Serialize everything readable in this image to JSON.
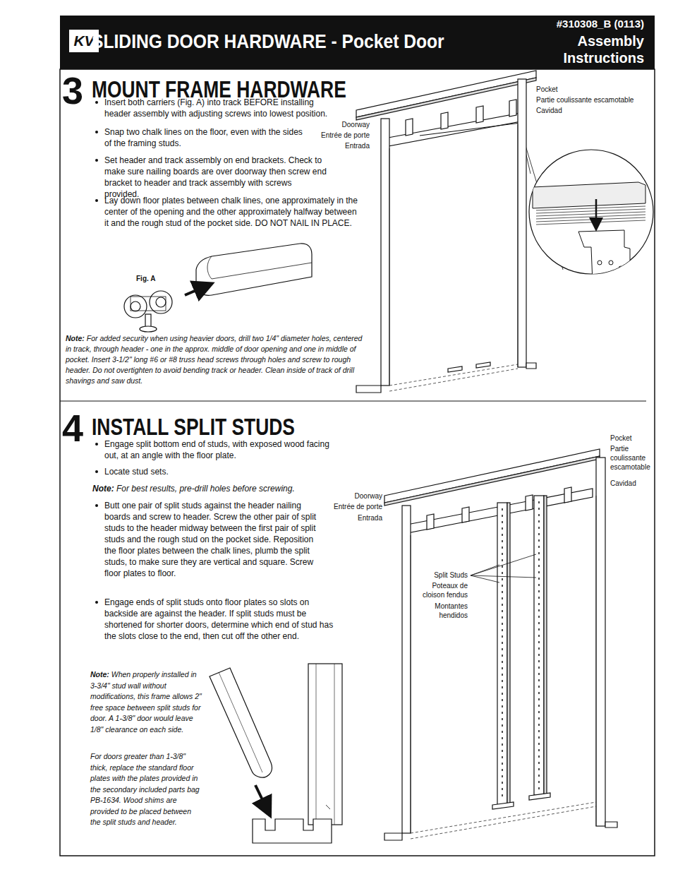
{
  "diagram": {
    "title": "SLIDING DOOR HARDWARE - Pocket Door",
    "nodes": [
      {
        "text": [
          "#310308_B (0113)",
          "Assembly Instructions"
        ]
      },
      {
        "text": [
          "KV"
        ],
        "in": 0
      },
      {
        "text": [
          "3",
          "MOUNT FRAME HARDWARE"
        ]
      },
      {
        "text": [
          "4",
          "INSTALL SPLIT STUDS"
        ]
      }
    ],
    "labels": [
      "Insert both carriers (Fig. A) into track BEFORE installing header assembly with adjusting screws into lowest position.",
      "Snap two chalk lines on the floor, even with the sides of the framing studs.",
      "Set header and track assembly on end brackets. Check to make sure nailing boards are over doorway then screw end bracket to header and track assembly with screws provided.",
      "Lay down floor plates between chalk lines, one approximately in the center of the opening and the other approximately halfway between it and the rough stud of the pocket side. DO NOT NAIL IN PLACE.",
      "Fig. A",
      "Note:",
      "For added security when using heavier doors, drill two 1/4\" diameter holes, centered in track, through header - one in the approx. middle of door opening and one in middle of pocket. Insert 3-1/2\" long #6 or #8 truss head screws through holes and screw to rough header. Do not overtighten to avoid bending track or header. Clean inside of track of drill shavings and saw dust.",
      "Doorway",
      "Entrée de porte",
      "Entrada",
      "Pocket",
      "Partie coulissante escamotable",
      "Cavidad",
      "Engage split bottom end of studs, with exposed wood facing out, at an angle with the floor plate.",
      "Locate stud sets.",
      "Note:",
      "For best results, pre-drill holes before screwing.",
      "Butt one pair of split studs against the header nailing boards and screw to header. Screw the other pair of split studs to the header midway between the first pair of split studs and the rough stud on the pocket side. Reposition the floor plates between the chalk lines, plumb the split studs, to make sure they are vertical and square. Screw floor plates to floor.",
      "Engage ends of split studs onto floor plates so slots on backside are against the header. If split studs must be shortened for shorter doors, determine which end of stud has the slots close to the end, then cut off the other end.",
      "Note:",
      "When properly installed in 3-3/4\" stud wall without modifications, this frame allows 2\" free space between split studs for door. A 1-3/8\" door would leave 1/8\" clearance on each side.",
      "For doors greater than 1-3/8\" thick, replace the standard floor plates with the plates provided in the secondary included parts bag PB-1634. Wood shims are provided to be placed between the split studs and header.",
      "Doorway",
      "Entrée de porte",
      "Entrada",
      "Pocket",
      "Partie coulissante escamotable",
      "Cavidad",
      "Split Studs",
      "Poteaux de cloison fendus",
      "Montantes hendidos"
    ]
  }
}
